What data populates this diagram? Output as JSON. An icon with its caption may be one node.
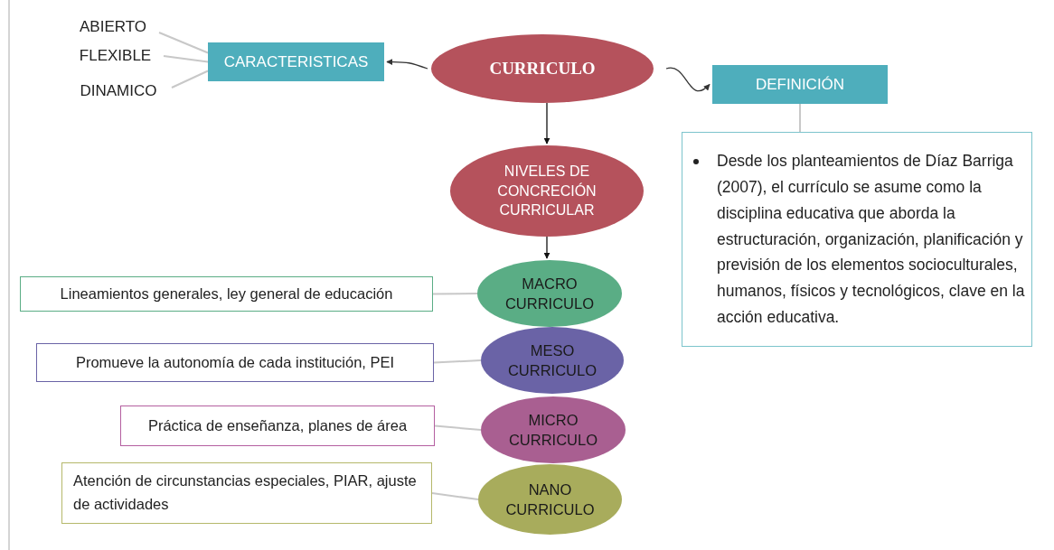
{
  "diagram": {
    "nodes": [
      {
        "text": [
          "CURRICULO"
        ]
      },
      {
        "text": [
          "CARACTERISTICAS"
        ]
      },
      {
        "text": [
          "ABIERTO"
        ]
      },
      {
        "text": [
          "FLEXIBLE"
        ]
      },
      {
        "text": [
          "DINAMICO"
        ]
      },
      {
        "text": [
          "DEFINICIÓN"
        ]
      },
      {
        "text": [
          "Desde los planteamientos de Díaz Barriga (2007), el currículo se asume como la disciplina educativa que aborda la estructuración, organización, planificación y previsión de los elementos socioculturales, humanos, físicos y tecnológicos, clave en la acción educativa."
        ]
      },
      {
        "text": [
          "NIVELES DE CONCRECIÓN CURRICULAR"
        ]
      },
      {
        "text": [
          "MACRO CURRICULO"
        ]
      },
      {
        "text": [
          "Lineamientos generales, ley general de educación"
        ]
      },
      {
        "text": [
          "MESO CURRICULO"
        ]
      },
      {
        "text": [
          "Promueve la autonomía de cada institución, PEI"
        ]
      },
      {
        "text": [
          "MICRO CURRICULO"
        ]
      },
      {
        "text": [
          "Práctica de enseñanza, planes de área"
        ]
      },
      {
        "text": [
          "NANO CURRICULO"
        ]
      },
      {
        "text": [
          "Atención de circunstancias especiales, PIAR, ajuste de actividades"
        ]
      }
    ],
    "edges": [
      {
        "from": 0,
        "to": 1,
        "arrow": "to",
        "color": "#333333"
      },
      {
        "from": 1,
        "to": 2,
        "arrow": "none"
      },
      {
        "from": 1,
        "to": 3,
        "arrow": "none"
      },
      {
        "from": 1,
        "to": 4,
        "arrow": "none"
      },
      {
        "from": 0,
        "to": 5,
        "arrow": "to",
        "color": "#333333"
      },
      {
        "from": 5,
        "to": 6,
        "arrow": "none"
      },
      {
        "from": 0,
        "to": 7,
        "arrow": "to",
        "color": "#111111"
      },
      {
        "from": 7,
        "to": 8,
        "arrow": "to",
        "color": "#111111"
      },
      {
        "from": 9,
        "to": 8,
        "arrow": "none"
      },
      {
        "from": 11,
        "to": 10,
        "arrow": "none"
      },
      {
        "from": 13,
        "to": 12,
        "arrow": "none"
      },
      {
        "from": 15,
        "to": 14,
        "arrow": "none"
      }
    ]
  }
}
